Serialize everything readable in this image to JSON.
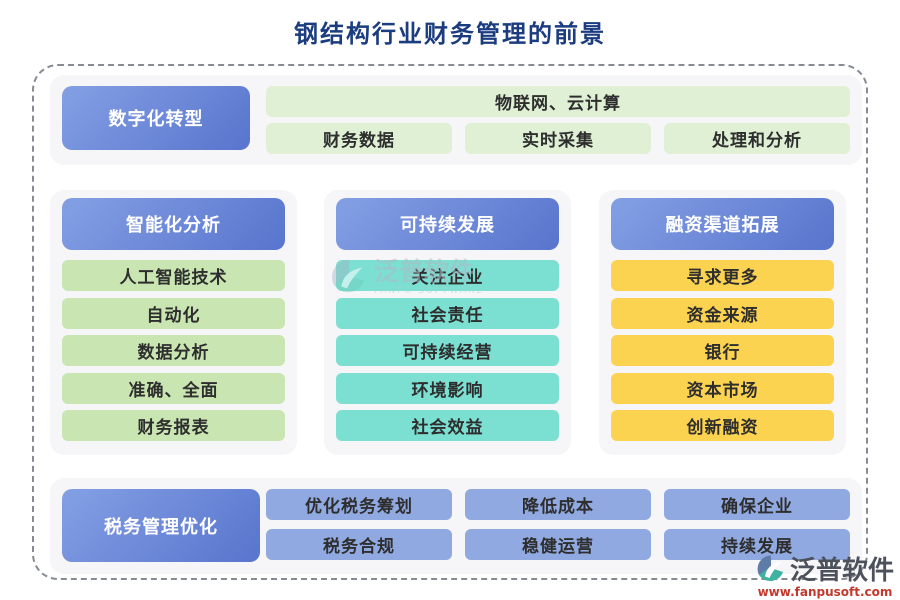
{
  "title": "钢结构行业财务管理的前景",
  "top": {
    "header": "数字化转型",
    "row1": "物联网、云计算",
    "row2": [
      "财务数据",
      "实时采集",
      "处理和分析"
    ]
  },
  "columns": [
    {
      "header": "智能化分析",
      "items": [
        "人工智能技术",
        "自动化",
        "数据分析",
        "准确、全面",
        "财务报表"
      ]
    },
    {
      "header": "可持续发展",
      "items": [
        "关注企业",
        "社会责任",
        "可持续经营",
        "环境影响",
        "社会效益"
      ]
    },
    {
      "header": "融资渠道拓展",
      "items": [
        "寻求更多",
        "资金来源",
        "银行",
        "资本市场",
        "创新融资"
      ]
    }
  ],
  "bottom": {
    "header": "税务管理优化",
    "rows": [
      [
        "优化税务筹划",
        "降低成本",
        "确保企业"
      ],
      [
        "税务合规",
        "稳健运营",
        "持续发展"
      ]
    ]
  },
  "watermarks": {
    "center": {
      "name": "泛普软件",
      "subtitle": "FANPU SOFTWARE",
      "icon": "fanpu-logo-icon"
    },
    "corner": {
      "name": "泛普软件",
      "url": "www.fanpusoft.com",
      "icon": "fanpu-logo-icon"
    }
  },
  "colors": {
    "title": "#1c3c80",
    "header_gradient_start": "#84a0e4",
    "header_gradient_end": "#5874cd",
    "green_light": "#dff0d5",
    "green": "#c9e6b2",
    "teal": "#7bdfd2",
    "yellow": "#fcd351",
    "periwinkle": "#90a9e1",
    "card_background": "#f6f6f8",
    "dashed_border": "#878c94",
    "watermark_url_red": "#c3392c"
  }
}
